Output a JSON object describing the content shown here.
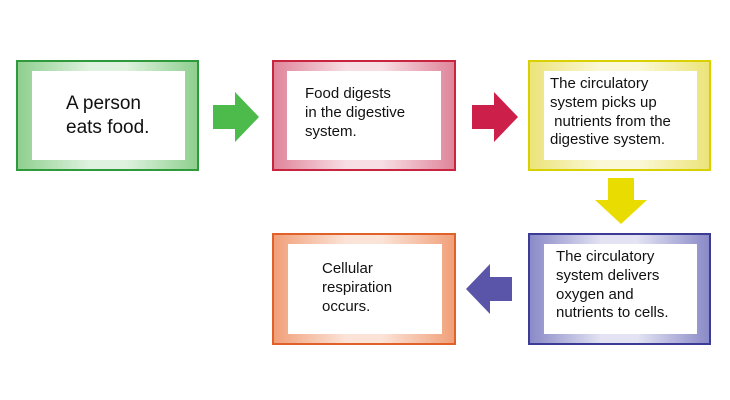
{
  "steps": [
    {
      "lines": [
        "A person",
        "eats food."
      ]
    },
    {
      "lines": [
        "Food digests",
        "in the digestive",
        "system."
      ]
    },
    {
      "lines": [
        "The circulatory",
        "system picks up",
        " nutrients from the",
        "digestive system."
      ]
    },
    {
      "lines": [
        "The circulatory",
        "system delivers",
        "oxygen and",
        "nutrients to cells."
      ]
    },
    {
      "lines": [
        "Cellular",
        "respiration",
        "occurs."
      ]
    }
  ],
  "colors": {
    "green": "#4cbb4c",
    "crimson": "#cc1f4a",
    "yellow": "#e8dc00",
    "indigo": "#5a55a8",
    "orange": "#e0622a"
  }
}
